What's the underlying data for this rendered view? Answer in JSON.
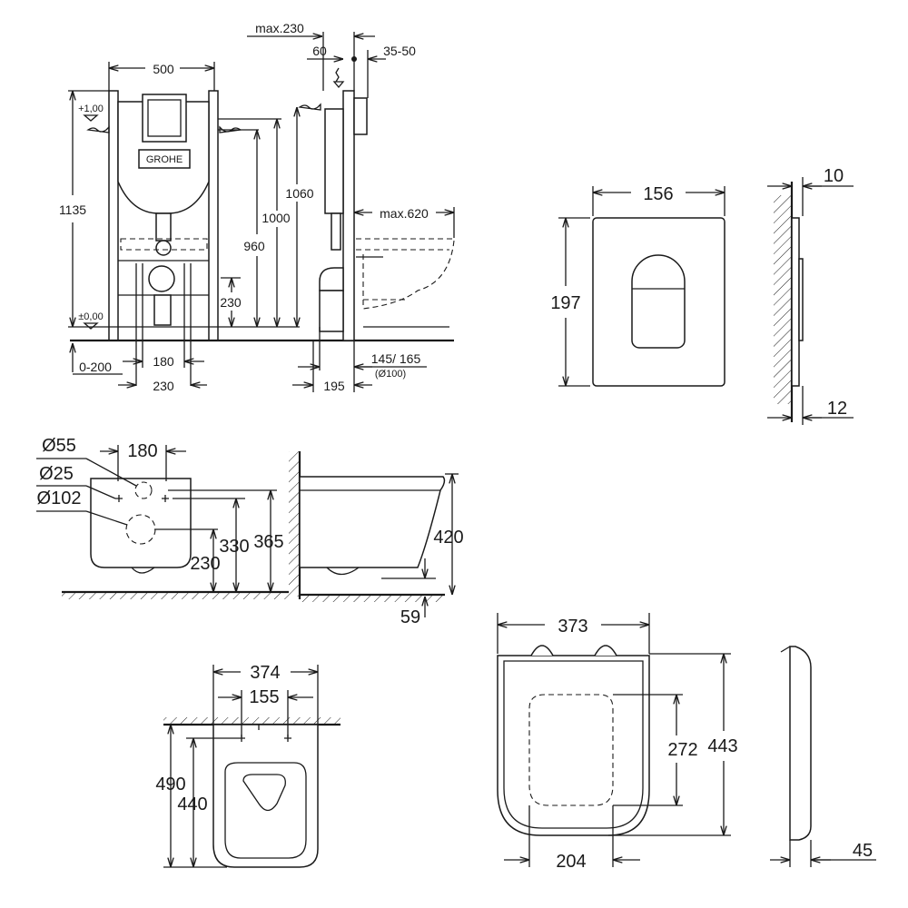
{
  "frame": {
    "max230": "max.230",
    "d60": "60",
    "d35_50": "35-50",
    "width500": "500",
    "level_plus": "+1,00",
    "height1135": "1135",
    "height1060": "1060",
    "height1000": "1000",
    "height960": "960",
    "height230": "230",
    "level_zero": "±0,00",
    "d180": "180",
    "d0_200": "0-200",
    "d230": "230",
    "d195": "195",
    "d145_165": "145/ 165",
    "pipe": "(Ø100)",
    "max620": "max.620",
    "brand": "GROHE"
  },
  "plate": {
    "width": "156",
    "height": "197",
    "depth_top": "10",
    "depth_bottom": "12"
  },
  "bowl_side": {
    "d55": "Ø55",
    "d180": "180",
    "d25": "Ø25",
    "d102": "Ø102",
    "h230": "230",
    "h330": "330",
    "h365": "365",
    "h420": "420",
    "h59": "59"
  },
  "bowl_top": {
    "w374": "374",
    "w155": "155",
    "l490": "490",
    "l440": "440"
  },
  "seat": {
    "w373": "373",
    "l443": "443",
    "l272": "272",
    "w204": "204",
    "t45": "45"
  }
}
